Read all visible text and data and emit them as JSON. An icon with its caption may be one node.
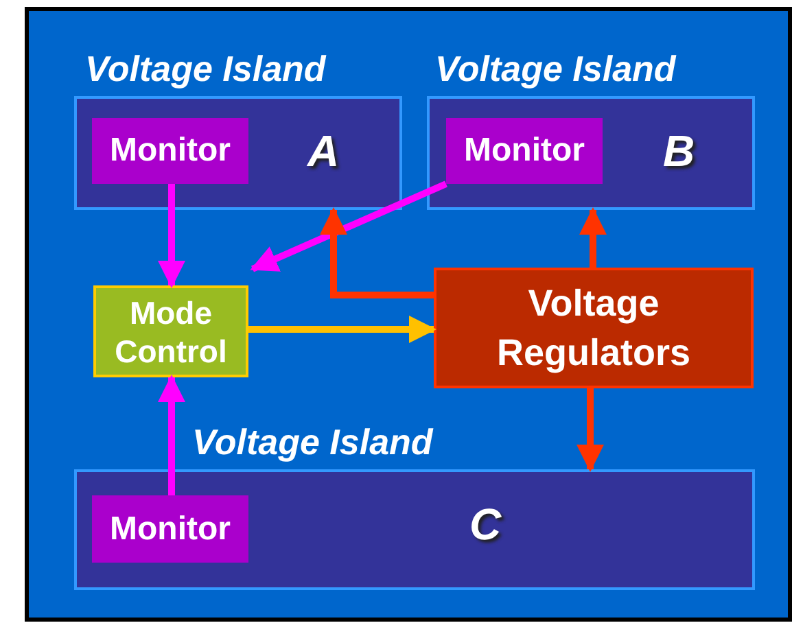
{
  "diagram": {
    "nodes": [
      {
        "text": [
          "Voltage Island",
          "A"
        ]
      },
      {
        "text": [
          "Monitor"
        ],
        "in": 0
      },
      {
        "text": [
          "Voltage Island",
          "B"
        ]
      },
      {
        "text": [
          "Monitor"
        ],
        "in": 2
      },
      {
        "text": [
          "Mode Control"
        ]
      },
      {
        "text": [
          "Voltage Regulators"
        ]
      },
      {
        "text": [
          "Voltage Island",
          "C"
        ]
      },
      {
        "text": [
          "Monitor"
        ],
        "in": 6
      }
    ],
    "edges": [
      {
        "from": 1,
        "to": 4,
        "arrow": "to",
        "color": "#ff00ff"
      },
      {
        "from": 3,
        "to": 4,
        "arrow": "to",
        "color": "#ff00ff"
      },
      {
        "from": 7,
        "to": 4,
        "arrow": "to",
        "color": "#ff00ff"
      },
      {
        "from": 4,
        "to": 5,
        "arrow": "to",
        "color": "#ffc000"
      },
      {
        "from": 5,
        "to": 0,
        "arrow": "to",
        "color": "#ff3300"
      },
      {
        "from": 5,
        "to": 2,
        "arrow": "to",
        "color": "#ff3300"
      },
      {
        "from": 5,
        "to": 6,
        "arrow": "to",
        "color": "#ff3300"
      }
    ]
  }
}
